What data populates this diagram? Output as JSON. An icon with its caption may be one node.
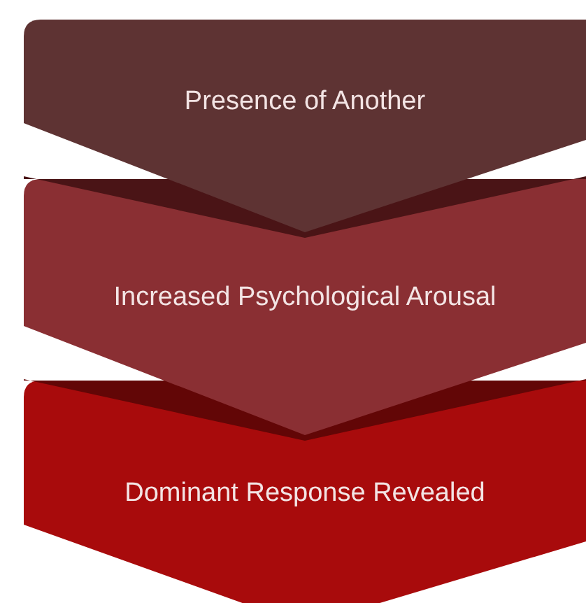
{
  "diagram": {
    "nodes": [
      {
        "text": [
          "Presence of Another"
        ]
      },
      {
        "text": [
          "Increased Psychological Arousal"
        ]
      },
      {
        "text": [
          "Dominant Response Revealed"
        ]
      }
    ]
  }
}
